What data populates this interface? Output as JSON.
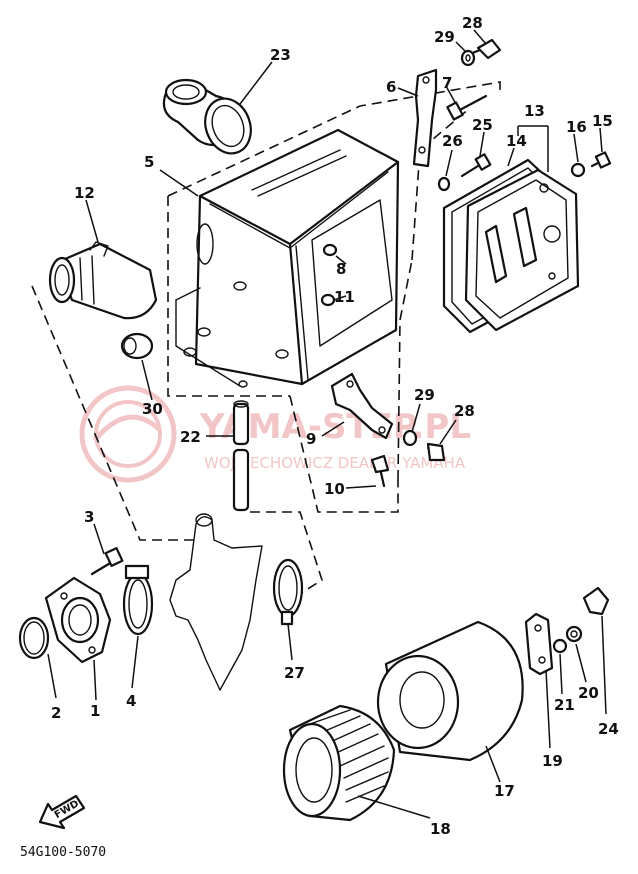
{
  "diagram_code": "54G100-5070",
  "fwd_label": "FWD",
  "watermark": {
    "line1": "YAMA-STEP.PL",
    "line2": "WOJCIECHOWICZ DEALER YAMAHA"
  },
  "colors": {
    "ink": "#111111",
    "watermark": "#f2c6c6",
    "background": "#ffffff"
  },
  "callouts": [
    {
      "id": "p1",
      "label": "1"
    },
    {
      "id": "p2",
      "label": "2"
    },
    {
      "id": "p3",
      "label": "3"
    },
    {
      "id": "p4",
      "label": "4"
    },
    {
      "id": "p5",
      "label": "5"
    },
    {
      "id": "p6",
      "label": "6"
    },
    {
      "id": "p7",
      "label": "7"
    },
    {
      "id": "p8",
      "label": "8"
    },
    {
      "id": "p9",
      "label": "9"
    },
    {
      "id": "p10",
      "label": "10"
    },
    {
      "id": "p11",
      "label": "11"
    },
    {
      "id": "p12",
      "label": "12"
    },
    {
      "id": "p13",
      "label": "13"
    },
    {
      "id": "p14",
      "label": "14"
    },
    {
      "id": "p15",
      "label": "15"
    },
    {
      "id": "p16",
      "label": "16"
    },
    {
      "id": "p17",
      "label": "17"
    },
    {
      "id": "p18",
      "label": "18"
    },
    {
      "id": "p19",
      "label": "19"
    },
    {
      "id": "p20",
      "label": "20"
    },
    {
      "id": "p21",
      "label": "21"
    },
    {
      "id": "p22",
      "label": "22"
    },
    {
      "id": "p23",
      "label": "23"
    },
    {
      "id": "p24",
      "label": "24"
    },
    {
      "id": "p25",
      "label": "25"
    },
    {
      "id": "p26",
      "label": "26"
    },
    {
      "id": "p27",
      "label": "27"
    },
    {
      "id": "p28a",
      "label": "28"
    },
    {
      "id": "p28b",
      "label": "28"
    },
    {
      "id": "p29a",
      "label": "29"
    },
    {
      "id": "p29b",
      "label": "29"
    },
    {
      "id": "p30",
      "label": "30"
    }
  ]
}
